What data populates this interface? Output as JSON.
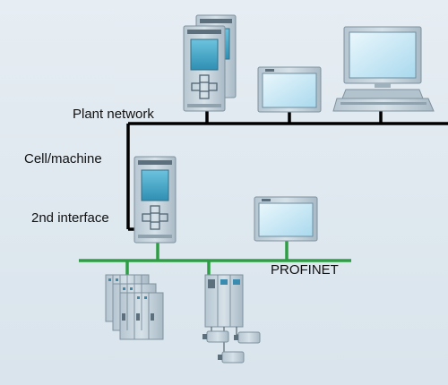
{
  "labels": {
    "plant_network": "Plant network",
    "cell_machine": "Cell/machine",
    "second_interface": "2nd interface",
    "profinet": "PROFINET"
  },
  "colors": {
    "background": "#dfe8ef",
    "plant_network_line": "#000000",
    "profinet_line": "#2e9e44",
    "device_body": "#c9d6df",
    "device_screen": "#3fa7c9",
    "panel_screen": "#cfeaf6"
  },
  "devices": {
    "redundant_controllers": "plc-redundant-icon",
    "hmi_panel_top": "hmi-panel-icon",
    "pc_workstation": "pc-workstation-icon",
    "cell_controller": "plc-controller-icon",
    "hmi_panel_cell": "hmi-panel-icon",
    "distributed_io": "distributed-io-icon",
    "drive_system": "drive-system-icon"
  }
}
